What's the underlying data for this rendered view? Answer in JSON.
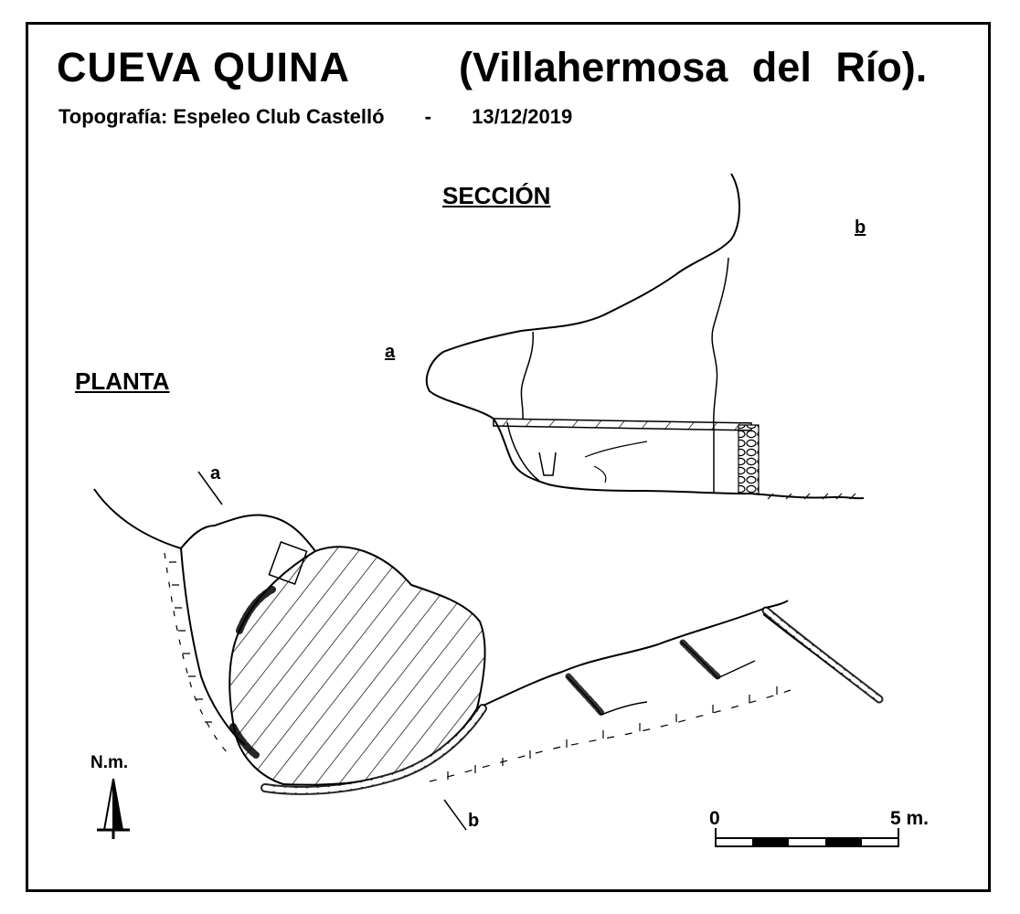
{
  "header": {
    "title": "CUEVA QUINA",
    "place": "(Villahermosa del Río).",
    "survey_label": "Topografía:",
    "survey_by": "Espeleo Club Castelló",
    "separator": "-",
    "date": "13/12/2019"
  },
  "views": {
    "section_label": "SECCIÓN",
    "plan_label": "PLANTA"
  },
  "markers": {
    "section_a": "a",
    "section_b": "b",
    "plan_a": "a",
    "plan_b": "b"
  },
  "north": {
    "label": "N.m."
  },
  "scale_bar": {
    "start_label": "0",
    "end_label": "5 m.",
    "segments": 5
  },
  "colors": {
    "ink": "#000000",
    "paper": "#ffffff"
  }
}
